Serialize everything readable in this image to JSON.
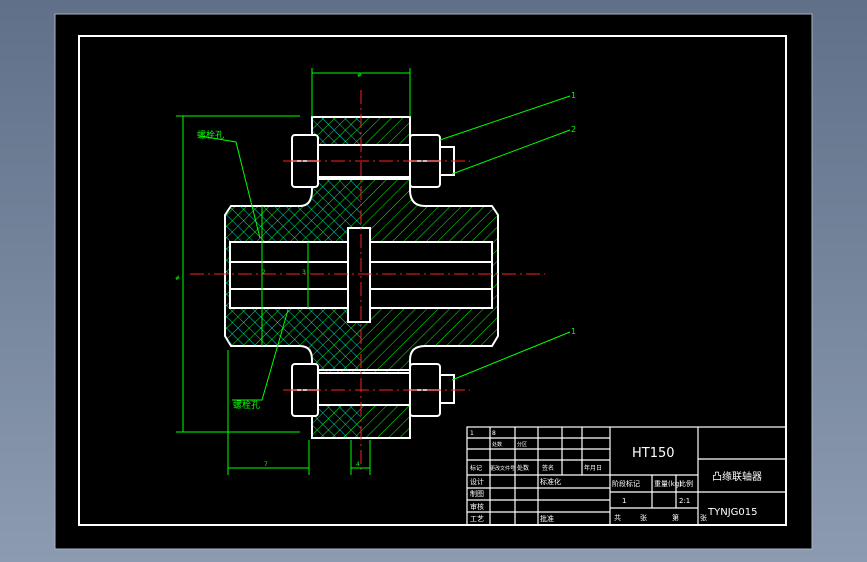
{
  "drawing": {
    "material": "HT150",
    "part_name": "凸缘联轴器",
    "drawing_no": "TYNJG015",
    "scale_value": "2:1",
    "quantity_value": "1"
  },
  "annotations": {
    "top_label": "螺栓孔",
    "bottom_label": "螺栓孔",
    "callouts": [
      "1",
      "2",
      "1"
    ],
    "dims": {
      "top": "#",
      "left": "#",
      "bottom": "7",
      "mid": "3",
      "mid2": "2",
      "bottom_right": "4"
    }
  },
  "title_block": {
    "stage_mark": "阶段标记",
    "weight": "重量(kg)",
    "scale": "比例",
    "designer": "设计",
    "drafter": "制图",
    "checker": "审核",
    "process": "工艺",
    "standardized": "标准化",
    "approved": "批准",
    "sheets": "共",
    "sheet_unit": "张",
    "sheet_no": "第",
    "sheet_unit2": "张",
    "marks": [
      "处数",
      "分区",
      "更改文件号",
      "签名",
      "年月日"
    ],
    "row_marks": [
      "标记",
      "处数"
    ],
    "misc": [
      "1",
      "8"
    ]
  }
}
